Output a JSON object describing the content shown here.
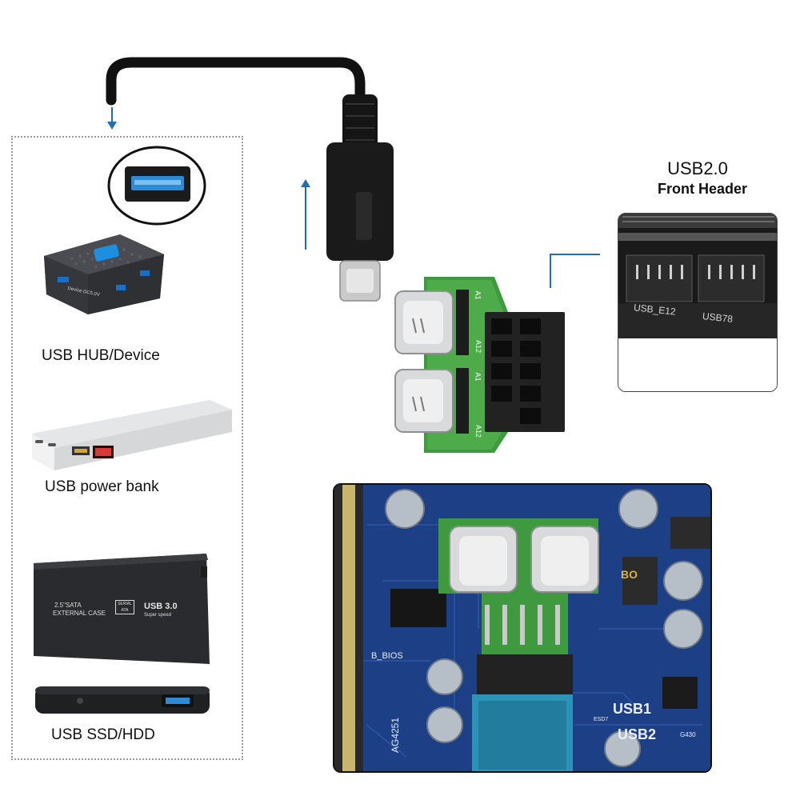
{
  "left_panel": {
    "devices": [
      {
        "label": "USB HUB/Device"
      },
      {
        "label": "USB power bank"
      },
      {
        "label": "USB SSD/HDD"
      }
    ],
    "hdd_case_text": {
      "line1": "2.5\"SATA",
      "line2": "EXTERNAL CASE",
      "badge": "SERIAL ATA",
      "usb": "USB 3.0",
      "speed": "Super speed"
    },
    "hub_text": "Device  DC5.0V"
  },
  "header_callout": {
    "title": "USB2.0",
    "subtitle": "Front Header",
    "port_labels": [
      "USB_E12",
      "USB78"
    ]
  },
  "adapter": {
    "pin_labels": [
      "A1",
      "A12",
      "A1",
      "A12"
    ]
  },
  "motherboard_photo": {
    "labels": [
      "USB1",
      "USB2",
      "B_BIOS",
      "AG4251",
      "ESD7",
      "G430",
      "BO"
    ]
  },
  "colors": {
    "accent_arrow": "#1f6fb2",
    "pcb_green": "#3f9a3f",
    "motherboard_blue": "#1d3f86"
  }
}
